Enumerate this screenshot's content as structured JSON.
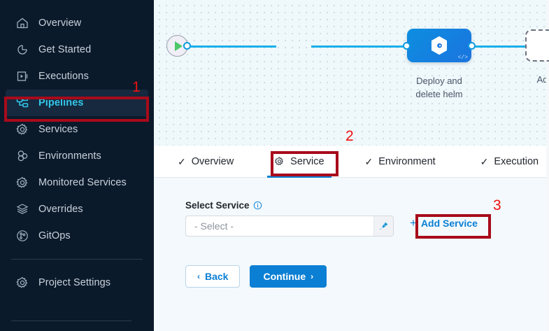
{
  "sidebar": {
    "items": [
      {
        "label": "Overview",
        "icon": "home-icon",
        "active": false
      },
      {
        "label": "Get Started",
        "icon": "get-started-icon",
        "active": false
      },
      {
        "label": "Executions",
        "icon": "executions-icon",
        "active": false
      },
      {
        "label": "Pipelines",
        "icon": "pipelines-icon",
        "active": true
      },
      {
        "label": "Services",
        "icon": "gear-icon",
        "active": false
      },
      {
        "label": "Environments",
        "icon": "environments-icon",
        "active": false
      },
      {
        "label": "Monitored Services",
        "icon": "monitored-services-icon",
        "active": false
      },
      {
        "label": "Overrides",
        "icon": "layers-icon",
        "active": false
      },
      {
        "label": "GitOps",
        "icon": "gitops-icon",
        "active": false
      }
    ],
    "footer": {
      "label": "Project Settings",
      "icon": "gear-icon"
    }
  },
  "canvas": {
    "start_node": "play-icon",
    "end_node": "stop-icon",
    "stage": {
      "label_line1": "Deploy and",
      "label_line2": "delete helm",
      "icon": "cd-hexagon-icon",
      "corner_badge": "</>"
    },
    "add_stage": {
      "label": "Add Stage",
      "icon": "plus-icon"
    }
  },
  "tabs": [
    {
      "label": "Overview",
      "icon": "check-icon",
      "active": false
    },
    {
      "label": "Service",
      "icon": "gear-icon",
      "active": true
    },
    {
      "label": "Environment",
      "icon": "check-icon",
      "active": false
    },
    {
      "label": "Execution",
      "icon": "check-icon",
      "active": false
    }
  ],
  "form": {
    "select_service_label": "Select Service",
    "info_icon": "info-icon",
    "select_placeholder": "- Select -",
    "pin_icon": "pin-icon",
    "add_service_label": "Add Service",
    "add_service_plus": "+",
    "back_label": "Back",
    "continue_label": "Continue",
    "back_chevron": "‹",
    "continue_chevron": "›"
  },
  "annotations": [
    {
      "number": "1",
      "target": "sidebar-item-pipelines"
    },
    {
      "number": "2",
      "target": "tab-service"
    },
    {
      "number": "3",
      "target": "add-service-button"
    }
  ],
  "colors": {
    "sidebar_bg": "#0b1a2b",
    "accent_blue": "#0b7fd4",
    "active_cyan": "#33c7ea",
    "annotation_red": "#a80b1b",
    "canvas_bg": "#eff8fb"
  }
}
